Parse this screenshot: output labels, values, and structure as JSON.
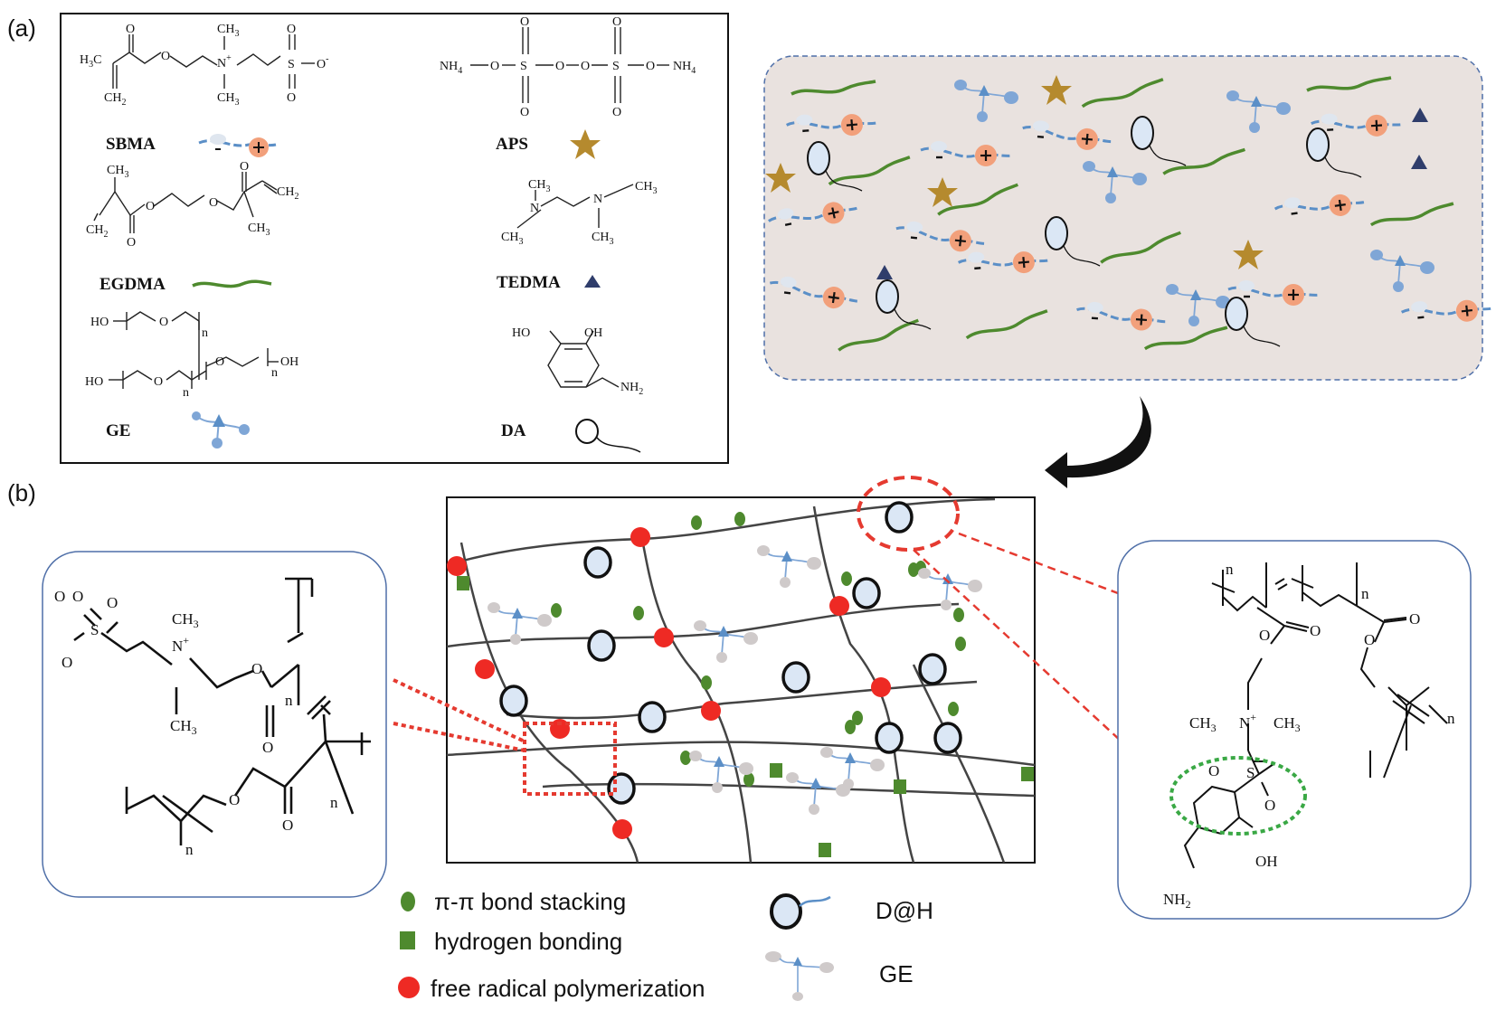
{
  "panels": {
    "a": "(a)",
    "b": "(b)"
  },
  "reagents": {
    "sbma": "SBMA",
    "aps": "APS",
    "egdma": "EGDMA",
    "tedma": "TEDMA",
    "ge": "GE",
    "da": "DA"
  },
  "chem_text": {
    "ch3": "CH",
    "sub3": "3",
    "ch2": "CH",
    "sub2": "2",
    "h3c": "H",
    "h3c_c": "C",
    "nh4": "NH",
    "sub4": "4",
    "n_plus": "N",
    "plus": "+",
    "o": "O",
    "s": "S",
    "o_minus": "O",
    "minus": "-",
    "ho": "HO",
    "oh": "OH",
    "nh2": "NH",
    "n_sub": "n"
  },
  "legend": {
    "pi_stacking": "π-π bond stacking",
    "h_bonding": "hydrogen bonding",
    "free_radical": "free radical polymerization",
    "dh": "D@H",
    "ge": "GE"
  },
  "colors": {
    "sbma_chain": "#5b8fc7",
    "cation": "#f2a07b",
    "anion_head": "#dfe6ef",
    "egdma": "#4e8a2e",
    "aps_star": "#b58a2e",
    "tedma": "#2f3d6b",
    "ge_blue": "#7fa6d6",
    "da_fill": "#dbe7f5",
    "network_line": "#444444",
    "radical": "#ee2a24",
    "pi_dot": "#4e8a2e",
    "h_square": "#4e8a2e",
    "zoom_red": "#e53a30",
    "zoom_green": "#3aa845",
    "solution_bg": "#e9e2df",
    "box_border": "#4f6fa8",
    "arrow": "#111111"
  }
}
